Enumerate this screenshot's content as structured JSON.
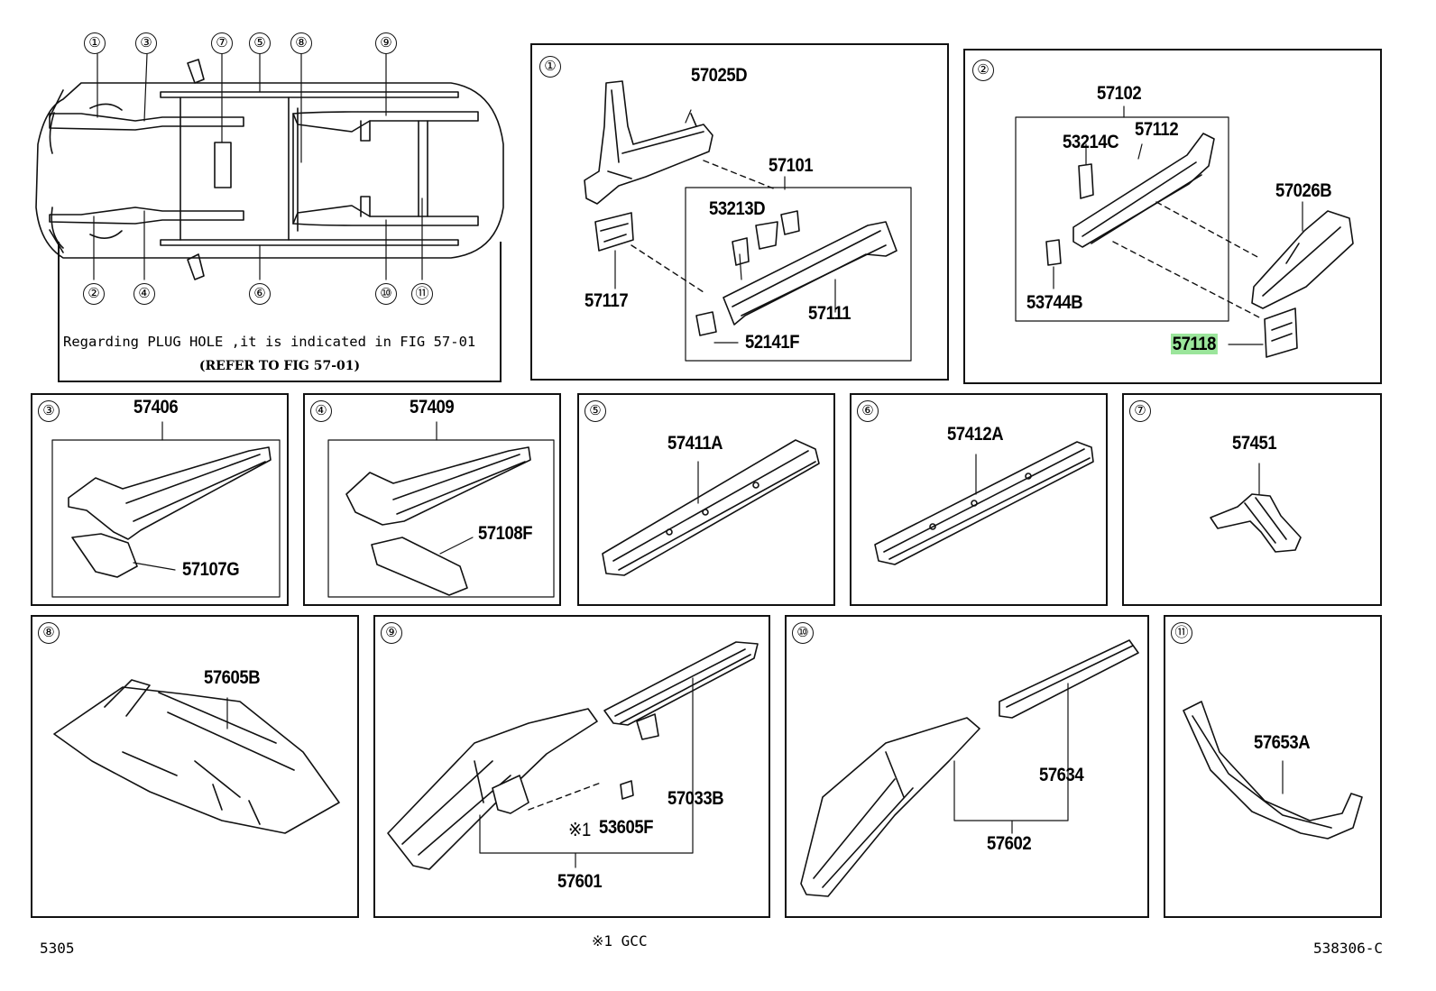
{
  "overview": {
    "callouts_top": [
      "①",
      "③",
      "⑦",
      "⑤",
      "⑧",
      "⑨"
    ],
    "callouts_bottom": [
      "②",
      "④",
      "⑥",
      "⑩",
      "⑪"
    ]
  },
  "note": {
    "line1": "Regarding PLUG HOLE ,it is indicated in FIG 57-01",
    "line2": "(REFER TO FIG 57-01)"
  },
  "panels": [
    {
      "id": "①",
      "parts": [
        "57025D",
        "57101",
        "53213D",
        "57117",
        "57111",
        "52141F"
      ]
    },
    {
      "id": "②",
      "parts": [
        "57102",
        "53214C",
        "57112",
        "57026B",
        "53744B",
        "57118"
      ],
      "highlighted_part": "57118"
    },
    {
      "id": "③",
      "parts": [
        "57406",
        "57107G"
      ]
    },
    {
      "id": "④",
      "parts": [
        "57409",
        "57108F"
      ]
    },
    {
      "id": "⑤",
      "parts": [
        "57411A"
      ]
    },
    {
      "id": "⑥",
      "parts": [
        "57412A"
      ]
    },
    {
      "id": "⑦",
      "parts": [
        "57451"
      ]
    },
    {
      "id": "⑧",
      "parts": [
        "57605B"
      ]
    },
    {
      "id": "⑨",
      "parts": [
        "57033B",
        "53605F",
        "57601"
      ],
      "part_note": "※1"
    },
    {
      "id": "⑩",
      "parts": [
        "57634",
        "57602"
      ]
    },
    {
      "id": "⑪",
      "parts": [
        "57653A"
      ]
    }
  ],
  "footer": {
    "left": "5305",
    "center": "※1 GCC",
    "right": "538306-C"
  },
  "colors": {
    "highlight": "#9be59b",
    "line": "#111111"
  }
}
